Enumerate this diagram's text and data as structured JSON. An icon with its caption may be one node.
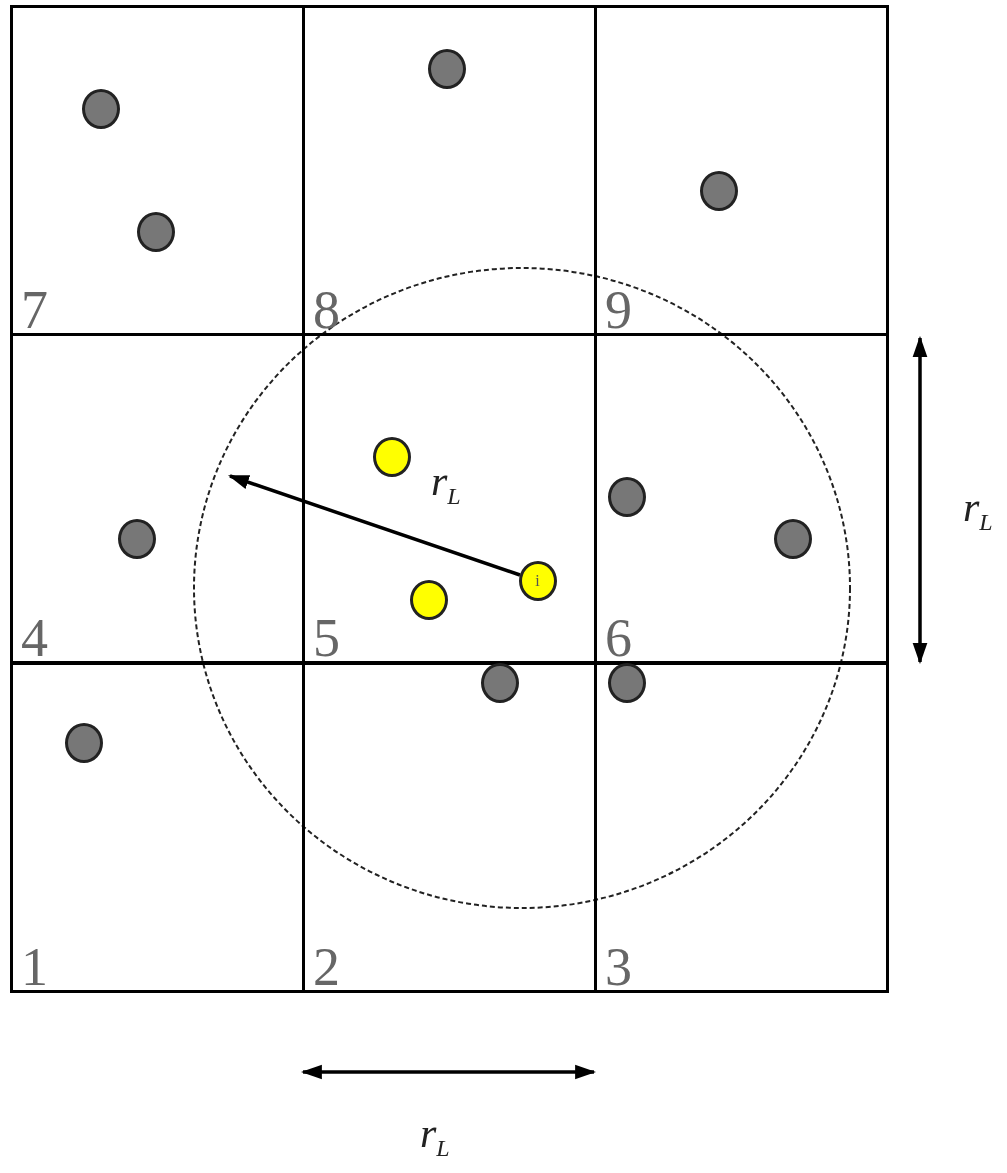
{
  "diagram": {
    "nodes": [
      {
        "text": [
          "7"
        ]
      },
      {
        "text": [
          "8"
        ]
      },
      {
        "text": [
          "9"
        ]
      },
      {
        "text": [
          "4"
        ]
      },
      {
        "text": [
          "5"
        ]
      },
      {
        "text": [
          "6"
        ]
      },
      {
        "text": [
          "1"
        ]
      },
      {
        "text": [
          "2"
        ]
      },
      {
        "text": [
          "3"
        ]
      },
      {
        "text": [],
        "shape": "circle",
        "in": 0
      },
      {
        "text": [],
        "shape": "circle",
        "in": 0
      },
      {
        "text": [],
        "shape": "circle",
        "in": 1
      },
      {
        "text": [],
        "shape": "circle",
        "in": 2
      },
      {
        "text": [],
        "shape": "circle",
        "in": 3
      },
      {
        "text": [],
        "shape": "circle",
        "in": 4
      },
      {
        "text": [],
        "shape": "circle",
        "in": 4
      },
      {
        "text": [
          "i"
        ],
        "in": 4
      },
      {
        "text": [],
        "shape": "circle",
        "in": 5
      },
      {
        "text": [],
        "shape": "circle",
        "in": 5
      },
      {
        "text": [],
        "shape": "circle",
        "in": 6
      },
      {
        "text": [],
        "shape": "circle",
        "in": 7
      },
      {
        "text": [],
        "shape": "circle",
        "in": 8
      }
    ],
    "edges": [],
    "labels": [
      "r$_{L}$",
      "r$_{L}$",
      "r$_{L}$"
    ]
  }
}
